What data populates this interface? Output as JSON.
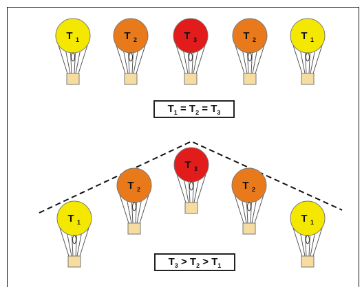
{
  "balloon_colors": {
    "T1": "#f5e800",
    "T2": "#e97a1c",
    "T3": "#e21b1b"
  },
  "top_row": [
    {
      "label": "T",
      "sub": "1",
      "temp": "T1"
    },
    {
      "label": "T",
      "sub": "2",
      "temp": "T2"
    },
    {
      "label": "T",
      "sub": "3",
      "temp": "T3"
    },
    {
      "label": "T",
      "sub": "2",
      "temp": "T2"
    },
    {
      "label": "T",
      "sub": "1",
      "temp": "T1"
    }
  ],
  "bottom_row": [
    {
      "label": "T",
      "sub": "1",
      "temp": "T1"
    },
    {
      "label": "T",
      "sub": "2",
      "temp": "T2"
    },
    {
      "label": "T",
      "sub": "3",
      "temp": "T3"
    },
    {
      "label": "T",
      "sub": "2",
      "temp": "T2"
    },
    {
      "label": "T",
      "sub": "1",
      "temp": "T1"
    }
  ],
  "equation_top": [
    "T",
    "1",
    " = T",
    "2",
    " = T",
    "3"
  ],
  "equation_bottom": [
    "T",
    "3",
    " > T",
    "2",
    " > T",
    "1"
  ]
}
